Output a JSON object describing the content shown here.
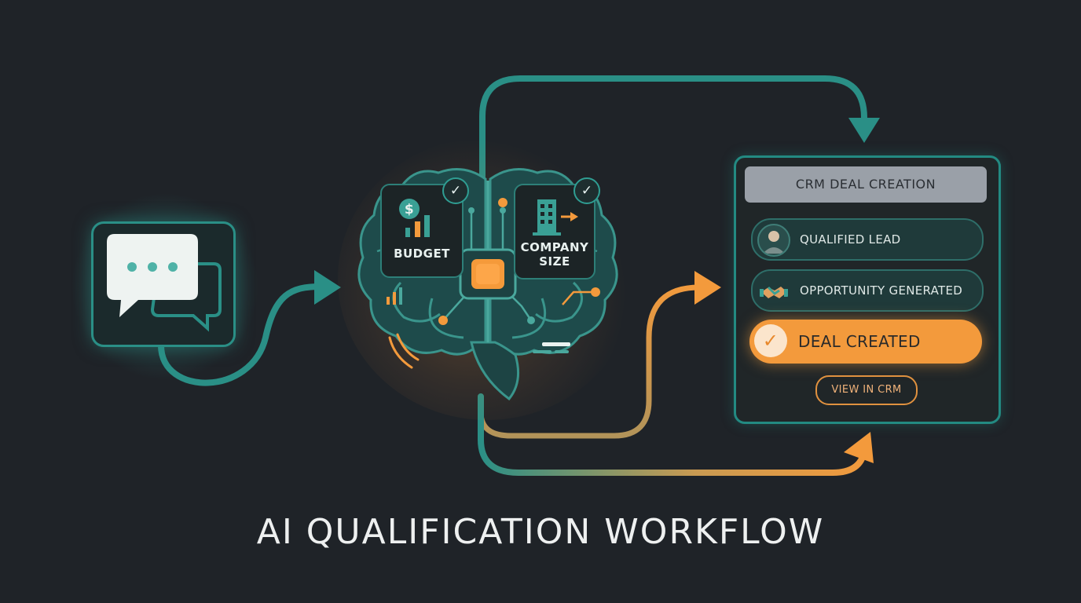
{
  "diagram": {
    "title": "AI QUALIFICATION WORKFLOW",
    "brain": {
      "budget_label": "BUDGET",
      "company_size_label": "COMPANY SIZE",
      "budget_icon": "dollar-bar-chart-icon",
      "company_icon": "building-arrow-icon"
    },
    "chat": {
      "icon": "chat-bubbles-icon"
    },
    "crm": {
      "header": "CRM DEAL CREATION",
      "items": [
        {
          "label": "QUALIFIED LEAD",
          "icon": "user-avatar-icon"
        },
        {
          "label": "OPPORTUNITY GENERATED",
          "icon": "handshake-icon"
        },
        {
          "label": "DEAL CREATED",
          "icon": "checkmark-icon"
        }
      ],
      "button": "VIEW IN CRM"
    }
  },
  "colors": {
    "background": "#1f2328",
    "teal": "#2a8f86",
    "orange": "#f39a3c",
    "header_gray": "#9aa0a8"
  }
}
